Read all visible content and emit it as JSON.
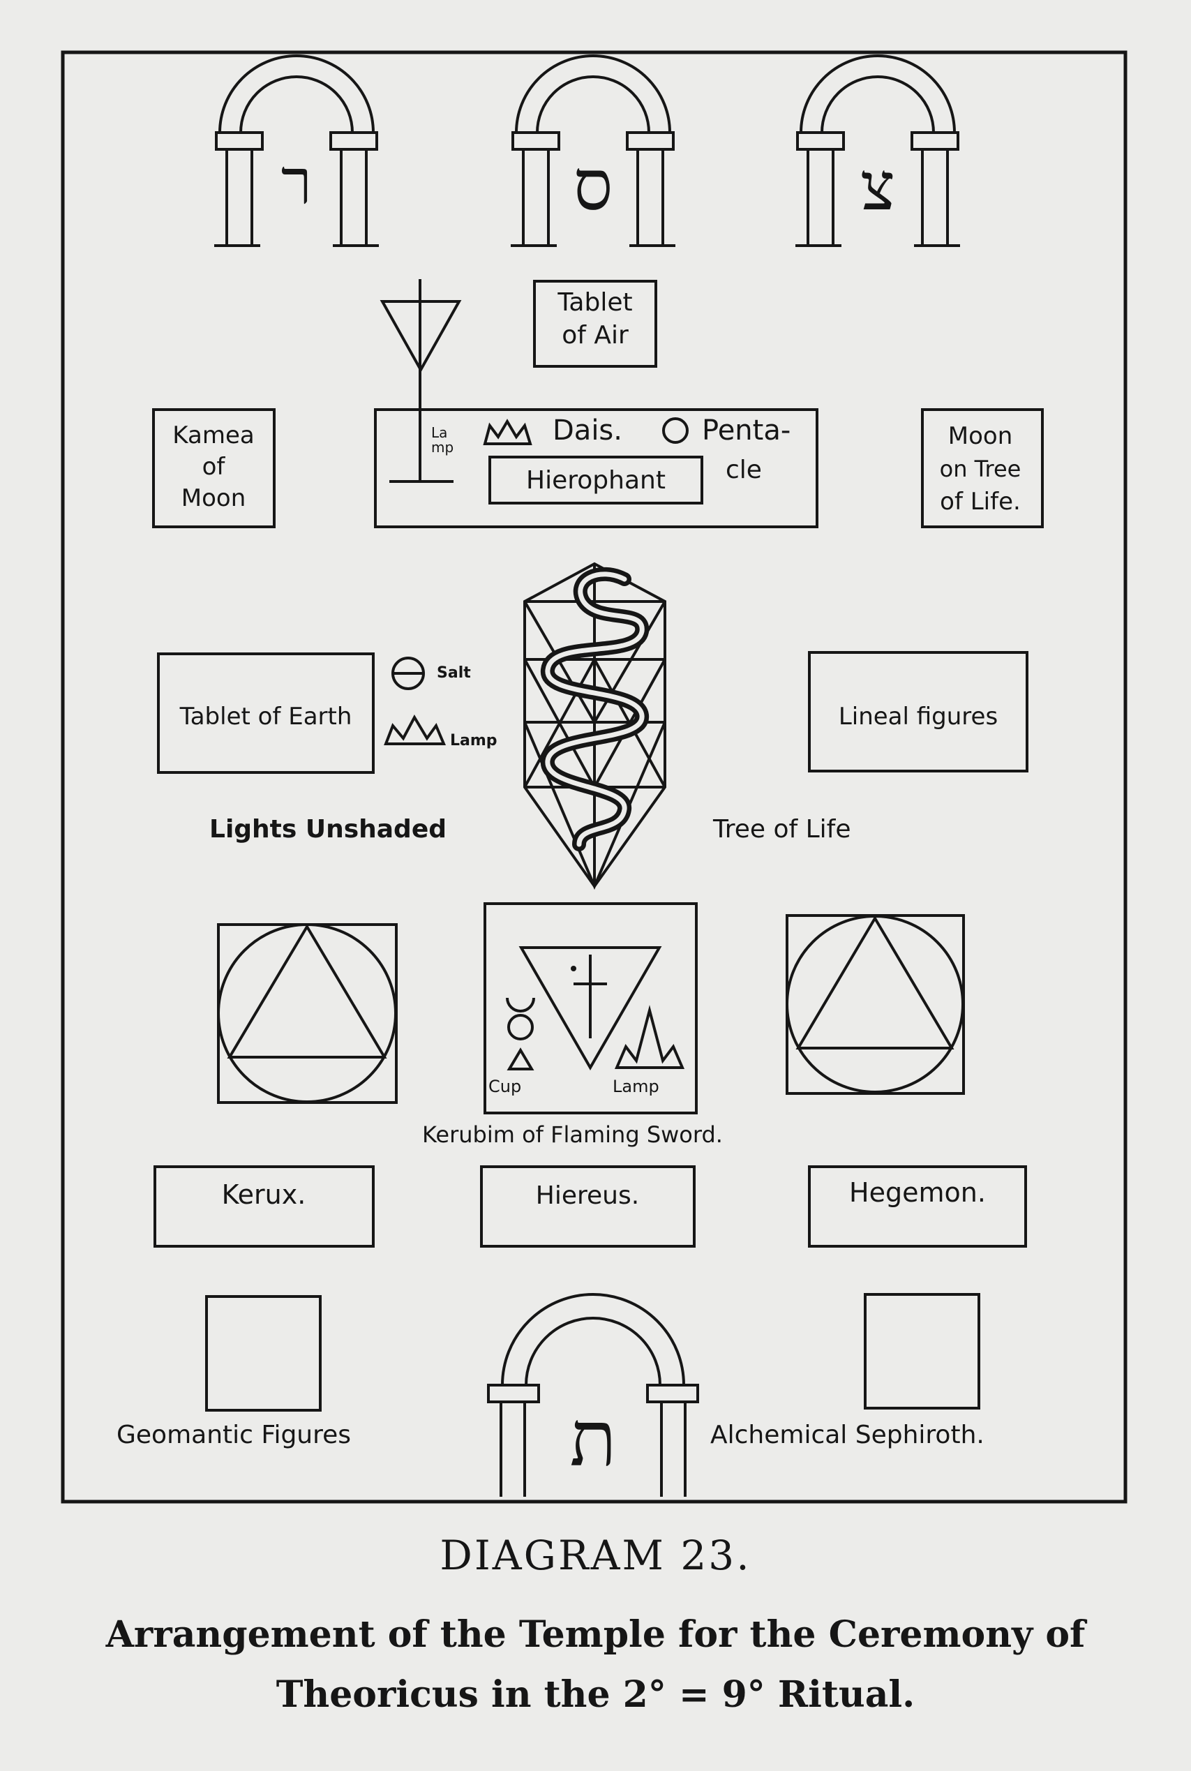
{
  "top_arches": [
    {
      "letter": "ר"
    },
    {
      "letter": "ס"
    },
    {
      "letter": "צ"
    }
  ],
  "bottom_arch": {
    "letter": "ת"
  },
  "labels": {
    "tablet_of_air": [
      "Tablet",
      "of Air"
    ],
    "kamea_of_moon": [
      "Kamea",
      "of",
      "Moon"
    ],
    "moon_on_tree": [
      "Moon",
      "on Tree",
      "of Life."
    ],
    "lamp_vertical": [
      "La",
      "mp"
    ],
    "dais": "Dais.",
    "pentacle": [
      "Penta-",
      "cle"
    ],
    "hierophant": "Hierophant",
    "tablet_of_earth": "Tablet of Earth",
    "salt": "Salt",
    "lamp_left": "Lamp",
    "lineal_figures": "Lineal figures",
    "lights_unshaded": "Lights Unshaded",
    "tree_of_life": "Tree of Life",
    "cup": "Cup",
    "lamp_center": "Lamp",
    "kerubim": "Kerubim of Flaming Sword.",
    "kerux": "Kerux.",
    "hiereus": "Hiereus.",
    "hegemon": "Hegemon.",
    "geomantic": "Geomantic Figures",
    "alchemical": "Alchemical Sephiroth."
  },
  "caption": {
    "diagram_number": "DIAGRAM 23.",
    "line1": "Arrangement of the Temple for the Ceremony of",
    "line2": "Theoricus in the 2° = 9° Ritual."
  }
}
